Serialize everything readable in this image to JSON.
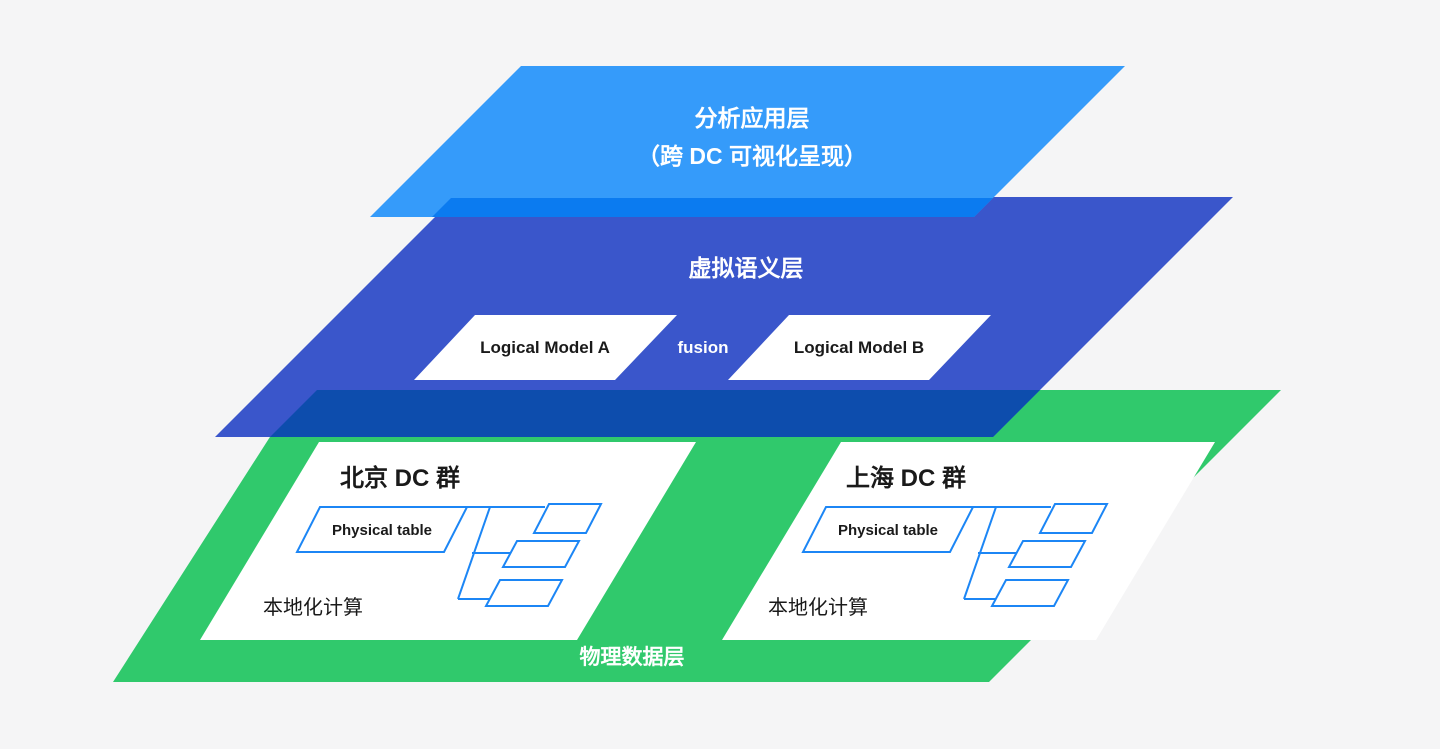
{
  "colors": {
    "background": "#f5f5f6",
    "app_layer": "#359bfa",
    "app_layer_edge": "#0b7bf0",
    "semantic_layer": "#3a56cb",
    "semantic_layer_edge": "#0d4dad",
    "physical_layer": "#30c96c",
    "node_fill": "#ffffff",
    "table_outline": "#1c86f5",
    "dark_text": "#1a1a1a",
    "light_text": "#ffffff"
  },
  "layers": {
    "app": {
      "title": "分析应用层",
      "subtitle": "（跨 DC 可视化呈现）"
    },
    "semantic": {
      "title": "虚拟语义层",
      "model_a": "Logical Model A",
      "fusion": "fusion",
      "model_b": "Logical Model B"
    },
    "physical": {
      "title": "物理数据层",
      "clusters": [
        {
          "title": "北京 DC 群",
          "table_label": "Physical table",
          "compute_label": "本地化计算"
        },
        {
          "title": "上海 DC 群",
          "table_label": "Physical table",
          "compute_label": "本地化计算"
        }
      ]
    }
  }
}
